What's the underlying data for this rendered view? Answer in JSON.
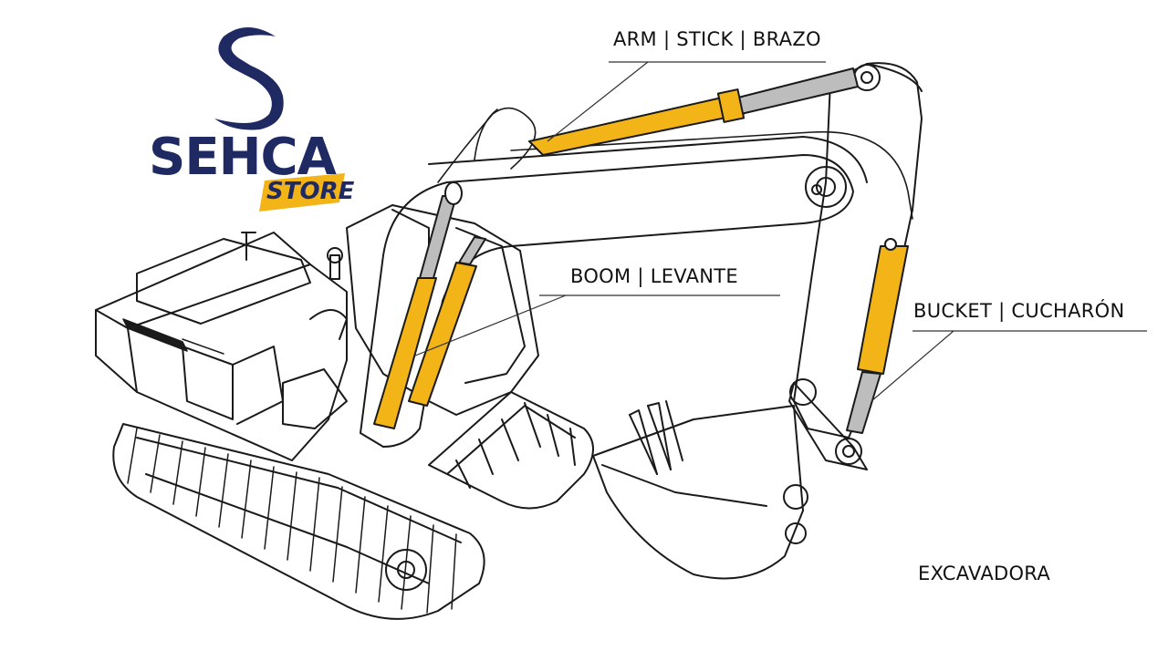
{
  "logo": {
    "wordmark": "SEHCA",
    "sub": "STORE",
    "brand_color": "#1f2a63",
    "accent_color": "#f2b417"
  },
  "labels": {
    "arm": "ARM | STICK | BRAZO",
    "boom": "BOOM | LEVANTE",
    "bucket": "BUCKET | CUCHARÓN",
    "machine": "EXCAVADORA"
  },
  "colors": {
    "cylinder": "#f2b417",
    "outline": "#1a1a1a",
    "rod": "#bdbdbd"
  }
}
